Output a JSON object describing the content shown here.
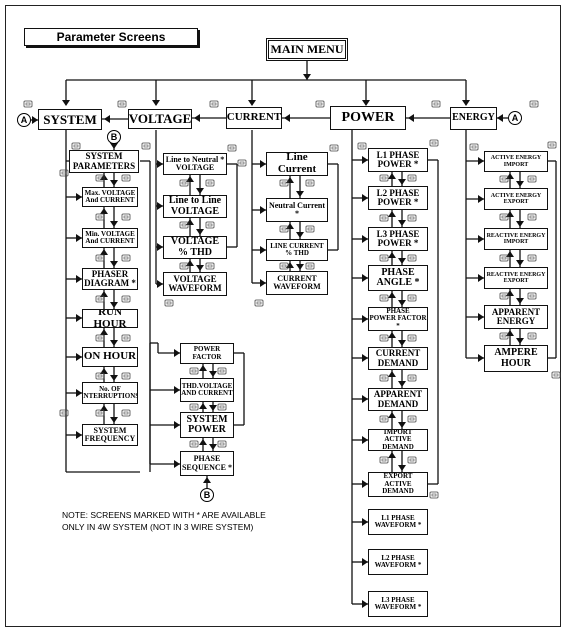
{
  "diagram_title": "Parameter Screens",
  "main_menu": "MAIN MENU",
  "top": {
    "system": "SYSTEM",
    "voltage": "VOLTAGE",
    "current": "CURRENT",
    "power": "POWER",
    "energy": "ENERGY"
  },
  "system_items": [
    "SYSTEM\nPARAMETERS",
    "Max. VOLTAGE\nAnd CURRENT",
    "Min. VOLTAGE\nAnd CURRENT",
    "PHASER\nDIAGRAM *",
    "RUN HOUR",
    "ON HOUR",
    "No. OF\nINTERRUPTIONS",
    "SYSTEM\nFREQUENCY"
  ],
  "voltage_items": [
    "Line to Neutral *\nVOLTAGE",
    "Line to Line\nVOLTAGE",
    "VOLTAGE\n% THD",
    "VOLTAGE\nWAVEFORM"
  ],
  "current_items": [
    "Line Current",
    "Neutral Current *",
    "LINE CURRENT\n% THD",
    "CURRENT\nWAVEFORM"
  ],
  "power_items": [
    "L1 PHASE\nPOWER *",
    "L2 PHASE\nPOWER *",
    "L3 PHASE\nPOWER *",
    "PHASE\nANGLE *",
    "PHASE\nPOWER FACTOR *",
    "CURRENT\nDEMAND",
    "APPARENT\nDEMAND",
    "IMPORT\nACTIVE DEMAND",
    "EXPORT\nACTIVE DEMAND",
    "L1 PHASE\nWAVEFORM *",
    "L2 PHASE\nWAVEFORM *",
    "L3 PHASE\nWAVEFORM *"
  ],
  "energy_items": [
    "ACTIVE ENERGY\nIMPORT",
    "ACTIVE ENERGY\nEXPORT",
    "REACTIVE ENERGY\nIMPORT",
    "REACTIVE ENERGY\nEXPORT",
    "APPARENT\nENERGY",
    "AMPERE\nHOUR"
  ],
  "sub_items": [
    "POWER FACTOR",
    "THD.VOLTAGE\nAND CURRENT",
    "SYSTEM\nPOWER",
    "PHASE\nSEQUENCE *"
  ],
  "connector_a": "A",
  "connector_b": "B",
  "note_line1": "NOTE: SCREENS MARKED WITH * ARE AVAILABLE",
  "note_line2": "ONLY IN 4W SYSTEM (NOT IN 3 WIRE SYSTEM)"
}
